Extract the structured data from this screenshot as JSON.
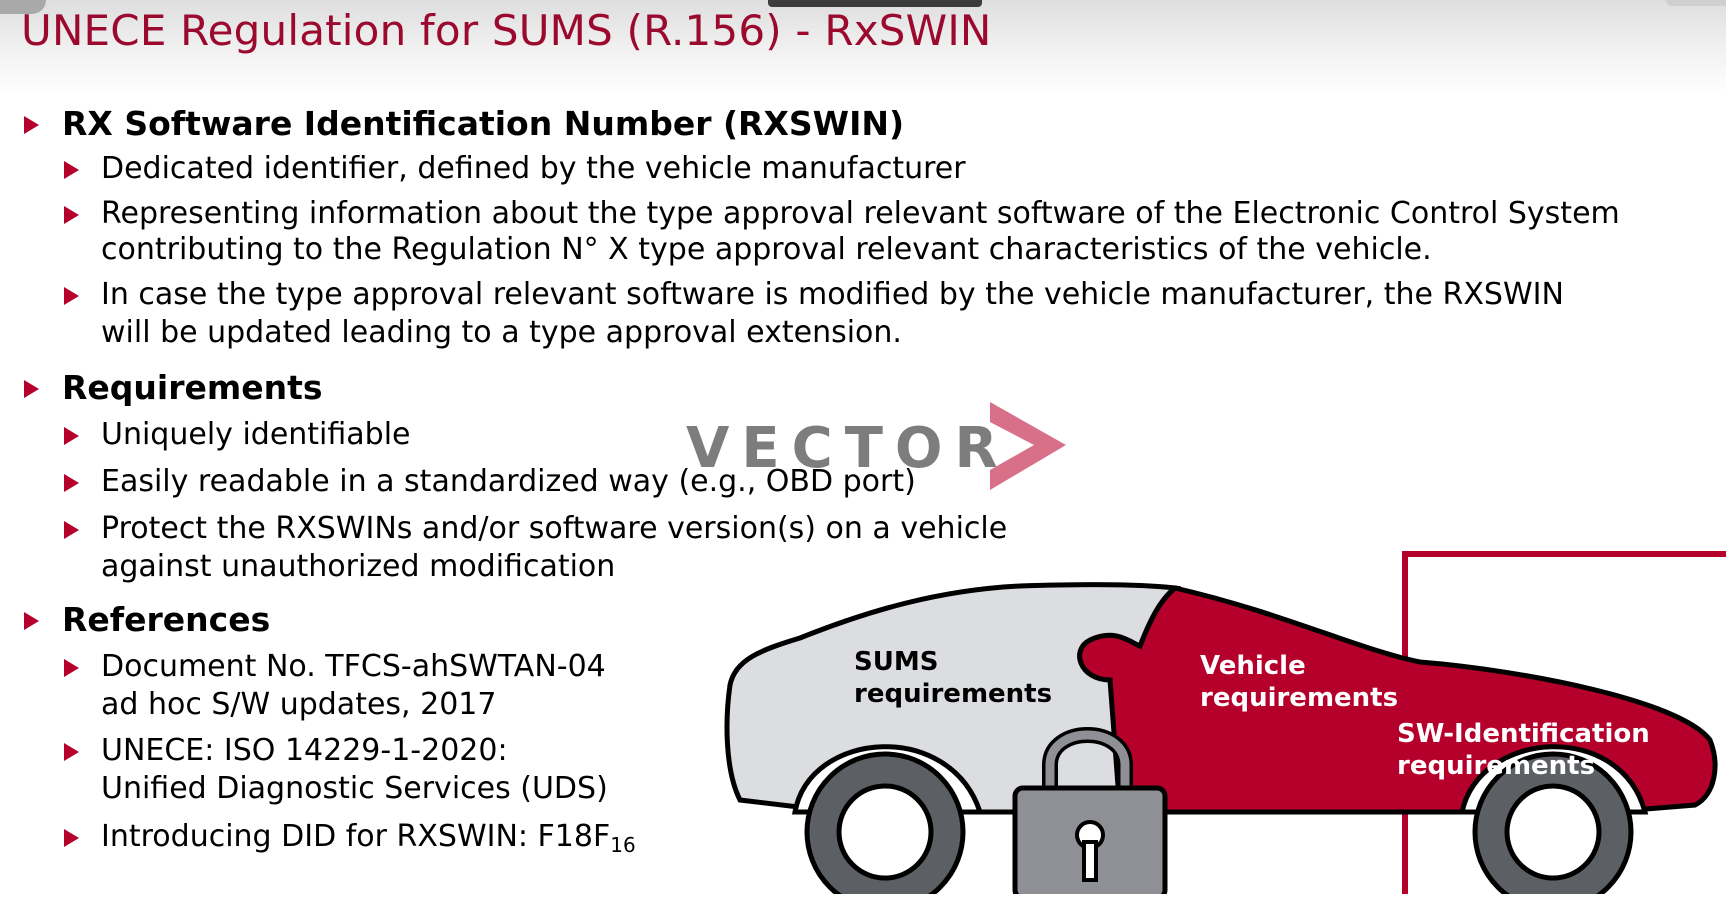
{
  "slide": {
    "title": "UNECE Regulation for SUMS (R.156) - RxSWIN"
  },
  "sections": [
    {
      "heading": "RX Software Identification Number (RXSWIN)",
      "items": [
        "Dedicated identifier, defined by the vehicle manufacturer",
        "Representing information about the type approval relevant software of the Electronic Control System",
        "contributing to the Regulation N° X type approval relevant characteristics of the vehicle.",
        "In case the type approval relevant software is modified by the vehicle manufacturer, the RXSWIN",
        "will be updated leading to a type approval extension."
      ]
    },
    {
      "heading": "Requirements",
      "items": [
        "Uniquely identifiable",
        "Easily readable in a standardized way (e.g., OBD port)",
        "Protect the RXSWINs and/or software version(s) on a vehicle",
        "against unauthorized modification"
      ]
    },
    {
      "heading": "References",
      "items": [
        "Document No. TFCS-ahSWTAN-04",
        "ad hoc S/W updates, 2017",
        "UNECE: ISO 14229-1-2020:",
        "Unified Diagnostic Services (UDS)",
        "Introducing DID for RXSWIN: F18F",
        "16"
      ]
    }
  ],
  "watermark": {
    "text": "VECTOR",
    "color": "#7d7d7d",
    "accent": "#d9708a"
  },
  "illustration": {
    "sums_label_1": "SUMS",
    "sums_label_2": "requirements",
    "vehicle_label_1": "Vehicle",
    "vehicle_label_2": "requirements",
    "swid_label_1": "SW-Identification",
    "swid_label_2": "requirements",
    "colors": {
      "accent": "#b5002b",
      "light_panel": "#dcdde0",
      "tire": "#5c5f63",
      "lock": "#8e9095"
    }
  },
  "colors": {
    "title": "#9b0a2e",
    "bullet": "#b5002b"
  }
}
